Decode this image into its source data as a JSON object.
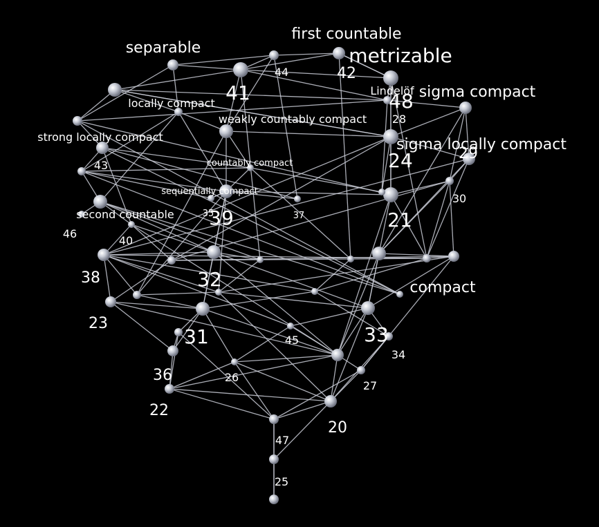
{
  "theme": {
    "background": "#000000",
    "edge_color": "#c9ccd6",
    "node_color": "#b8bcc8",
    "label_color": "#ffffff"
  },
  "nodes": [
    {
      "id": "separable"
    },
    {
      "id": "first-countable"
    },
    {
      "id": "metrizable"
    },
    {
      "id": "41"
    },
    {
      "id": "44"
    },
    {
      "id": "42"
    },
    {
      "id": "lindelof"
    },
    {
      "id": "48"
    },
    {
      "id": "sigma-compact"
    },
    {
      "id": "locally-compact"
    },
    {
      "id": "weakly-countably-compact"
    },
    {
      "id": "28"
    },
    {
      "id": "n-left-top"
    },
    {
      "id": "strong-locally-compact"
    },
    {
      "id": "43"
    },
    {
      "id": "sigma-locally-compact"
    },
    {
      "id": "24"
    },
    {
      "id": "29"
    },
    {
      "id": "countably-compact"
    },
    {
      "id": "n-left-mid"
    },
    {
      "id": "sequentially-compact"
    },
    {
      "id": "39"
    },
    {
      "id": "37"
    },
    {
      "id": "21"
    },
    {
      "id": "30"
    },
    {
      "id": "n-right-mid"
    },
    {
      "id": "second-countable"
    },
    {
      "id": "46"
    },
    {
      "id": "35"
    },
    {
      "id": "40"
    },
    {
      "id": "38"
    },
    {
      "id": "32"
    },
    {
      "id": "n-mid-a"
    },
    {
      "id": "n-mid-b"
    },
    {
      "id": "n-mid-c"
    },
    {
      "id": "n-right-a"
    },
    {
      "id": "n-right-b"
    },
    {
      "id": "compact"
    },
    {
      "id": "23"
    },
    {
      "id": "n-mid-d"
    },
    {
      "id": "n-mid-e"
    },
    {
      "id": "33"
    },
    {
      "id": "n-right-c"
    },
    {
      "id": "31"
    },
    {
      "id": "45"
    },
    {
      "id": "34"
    },
    {
      "id": "36"
    },
    {
      "id": "n-lower-a"
    },
    {
      "id": "26"
    },
    {
      "id": "n-lower-b"
    },
    {
      "id": "27"
    },
    {
      "id": "22"
    },
    {
      "id": "20"
    },
    {
      "id": "47"
    },
    {
      "id": "25"
    },
    {
      "id": "n-bottom"
    },
    {
      "id": "n-right-d"
    }
  ],
  "labels": [
    {
      "node": "separable",
      "text": "separable",
      "size": "medium"
    },
    {
      "node": "first-countable",
      "text": "first countable",
      "size": "medium"
    },
    {
      "node": "metrizable",
      "text": "metrizable",
      "size": "large"
    },
    {
      "node": "41",
      "text": "41",
      "size": "large"
    },
    {
      "node": "44",
      "text": "44",
      "size": "small"
    },
    {
      "node": "42",
      "text": "42",
      "size": "medium"
    },
    {
      "node": "lindelof",
      "text": "Lindelöf",
      "size": "small"
    },
    {
      "node": "48",
      "text": "48",
      "size": "large"
    },
    {
      "node": "sigma-compact",
      "text": "sigma compact",
      "size": "medium"
    },
    {
      "node": "locally-compact",
      "text": "locally compact",
      "size": "small"
    },
    {
      "node": "weakly-countably-compact",
      "text": "weakly countably compact",
      "size": "small"
    },
    {
      "node": "28",
      "text": "28",
      "size": "small"
    },
    {
      "node": "strong-locally-compact",
      "text": "strong locally compact",
      "size": "small"
    },
    {
      "node": "sigma-locally-compact",
      "text": "sigma locally compact",
      "size": "medium"
    },
    {
      "node": "43",
      "text": "43",
      "size": "small"
    },
    {
      "node": "24",
      "text": "24",
      "size": "large"
    },
    {
      "node": "29",
      "text": "29",
      "size": "medium"
    },
    {
      "node": "countably-compact",
      "text": "countably compact",
      "size": "tiny"
    },
    {
      "node": "sequentially-compact",
      "text": "sequentially compact",
      "size": "tiny"
    },
    {
      "node": "30",
      "text": "30",
      "size": "small"
    },
    {
      "node": "second-countable",
      "text": "second countable",
      "size": "small"
    },
    {
      "node": "35",
      "text": "35",
      "size": "tiny"
    },
    {
      "node": "39",
      "text": "39",
      "size": "large"
    },
    {
      "node": "37",
      "text": "37",
      "size": "tiny"
    },
    {
      "node": "21",
      "text": "21",
      "size": "large"
    },
    {
      "node": "46",
      "text": "46",
      "size": "small"
    },
    {
      "node": "40",
      "text": "40",
      "size": "small"
    },
    {
      "node": "38",
      "text": "38",
      "size": "medium"
    },
    {
      "node": "32",
      "text": "32",
      "size": "large"
    },
    {
      "node": "compact",
      "text": "compact",
      "size": "medium"
    },
    {
      "node": "23",
      "text": "23",
      "size": "medium"
    },
    {
      "node": "31",
      "text": "31",
      "size": "large"
    },
    {
      "node": "45",
      "text": "45",
      "size": "small"
    },
    {
      "node": "33",
      "text": "33",
      "size": "large"
    },
    {
      "node": "34",
      "text": "34",
      "size": "small"
    },
    {
      "node": "36",
      "text": "36",
      "size": "medium"
    },
    {
      "node": "26",
      "text": "26",
      "size": "small"
    },
    {
      "node": "27",
      "text": "27",
      "size": "small"
    },
    {
      "node": "22",
      "text": "22",
      "size": "medium"
    },
    {
      "node": "20",
      "text": "20",
      "size": "medium"
    },
    {
      "node": "47",
      "text": "47",
      "size": "small"
    },
    {
      "node": "25",
      "text": "25",
      "size": "small"
    }
  ],
  "edges": [
    [
      "separable",
      "41"
    ],
    [
      "separable",
      "44"
    ],
    [
      "separable",
      "strong-locally-compact"
    ],
    [
      "separable",
      "locally-compact"
    ],
    [
      "41",
      "44"
    ],
    [
      "41",
      "42"
    ],
    [
      "41",
      "metrizable"
    ],
    [
      "41",
      "n-left-top"
    ],
    [
      "41",
      "lindelof"
    ],
    [
      "41",
      "weakly-countably-compact"
    ],
    [
      "41",
      "n-mid-b"
    ],
    [
      "44",
      "42"
    ],
    [
      "44",
      "37"
    ],
    [
      "44",
      "weakly-countably-compact"
    ],
    [
      "42",
      "metrizable"
    ],
    [
      "42",
      "48"
    ],
    [
      "42",
      "n-mid-c"
    ],
    [
      "metrizable",
      "48"
    ],
    [
      "metrizable",
      "21"
    ],
    [
      "metrizable",
      "n-right-b"
    ],
    [
      "metrizable",
      "sigma-locally-compact"
    ],
    [
      "lindelof",
      "48"
    ],
    [
      "lindelof",
      "sigma-compact"
    ],
    [
      "lindelof",
      "n-right-mid"
    ],
    [
      "sigma-compact",
      "29"
    ],
    [
      "sigma-compact",
      "30"
    ],
    [
      "sigma-compact",
      "24"
    ],
    [
      "sigma-compact",
      "n-right-a"
    ],
    [
      "n-left-top",
      "locally-compact"
    ],
    [
      "n-left-top",
      "strong-locally-compact"
    ],
    [
      "n-left-top",
      "28"
    ],
    [
      "n-left-top",
      "24"
    ],
    [
      "n-left-top",
      "sigma-locally-compact"
    ],
    [
      "locally-compact",
      "weakly-countably-compact"
    ],
    [
      "locally-compact",
      "n-left-mid"
    ],
    [
      "locally-compact",
      "sequentially-compact"
    ],
    [
      "locally-compact",
      "second-countable"
    ],
    [
      "weakly-countably-compact",
      "countably-compact"
    ],
    [
      "weakly-countably-compact",
      "sequentially-compact"
    ],
    [
      "weakly-countably-compact",
      "24"
    ],
    [
      "weakly-countably-compact",
      "n-mid-d"
    ],
    [
      "n-right-d",
      "strong-locally-compact"
    ],
    [
      "n-right-d",
      "43"
    ],
    [
      "n-right-d",
      "second-countable"
    ],
    [
      "n-right-d",
      "n-left-mid"
    ],
    [
      "strong-locally-compact",
      "43"
    ],
    [
      "strong-locally-compact",
      "28"
    ],
    [
      "strong-locally-compact",
      "21"
    ],
    [
      "43",
      "n-left-mid"
    ],
    [
      "43",
      "countably-compact"
    ],
    [
      "43",
      "37"
    ],
    [
      "43",
      "40"
    ],
    [
      "24",
      "21"
    ],
    [
      "24",
      "29"
    ],
    [
      "24",
      "38"
    ],
    [
      "24",
      "n-right-mid"
    ],
    [
      "24",
      "n-mid-a"
    ],
    [
      "29",
      "30"
    ],
    [
      "29",
      "n-right-a"
    ],
    [
      "29",
      "n-right-b"
    ],
    [
      "29",
      "38"
    ],
    [
      "countably-compact",
      "n-left-mid"
    ],
    [
      "countably-compact",
      "39"
    ],
    [
      "countably-compact",
      "n-mid-c"
    ],
    [
      "countably-compact",
      "n-right-mid"
    ],
    [
      "n-left-mid",
      "sequentially-compact"
    ],
    [
      "n-left-mid",
      "35"
    ],
    [
      "n-left-mid",
      "second-countable"
    ],
    [
      "sequentially-compact",
      "39"
    ],
    [
      "sequentially-compact",
      "35"
    ],
    [
      "sequentially-compact",
      "n-mid-e"
    ],
    [
      "sequentially-compact",
      "21"
    ],
    [
      "39",
      "32"
    ],
    [
      "39",
      "35"
    ],
    [
      "39",
      "37"
    ],
    [
      "39",
      "n-mid-d"
    ],
    [
      "39",
      "31"
    ],
    [
      "21",
      "n-right-mid"
    ],
    [
      "21",
      "33"
    ],
    [
      "21",
      "n-right-b"
    ],
    [
      "21",
      "30"
    ],
    [
      "21",
      "n-lower-b"
    ],
    [
      "30",
      "n-right-a"
    ],
    [
      "30",
      "n-right-b"
    ],
    [
      "30",
      "compact"
    ],
    [
      "30",
      "n-mid-a"
    ],
    [
      "second-countable",
      "40"
    ],
    [
      "second-countable",
      "32"
    ],
    [
      "second-countable",
      "n-mid-b"
    ],
    [
      "second-countable",
      "46"
    ],
    [
      "40",
      "38"
    ],
    [
      "40",
      "32"
    ],
    [
      "40",
      "n-mid-a"
    ],
    [
      "40",
      "n-lower-b"
    ],
    [
      "38",
      "32"
    ],
    [
      "38",
      "23"
    ],
    [
      "38",
      "n-mid-d"
    ],
    [
      "38",
      "n-mid-e"
    ],
    [
      "38",
      "n-right-c"
    ],
    [
      "38",
      "45"
    ],
    [
      "38",
      "n-right-b"
    ],
    [
      "32",
      "31"
    ],
    [
      "32",
      "n-mid-b"
    ],
    [
      "32",
      "33"
    ],
    [
      "32",
      "n-lower-b"
    ],
    [
      "n-mid-a",
      "n-mid-b"
    ],
    [
      "n-mid-a",
      "23"
    ],
    [
      "n-mid-a",
      "compact"
    ],
    [
      "n-mid-b",
      "n-mid-c"
    ],
    [
      "n-mid-b",
      "n-mid-e"
    ],
    [
      "n-mid-c",
      "n-right-b"
    ],
    [
      "n-mid-c",
      "n-right-c"
    ],
    [
      "n-right-a",
      "33"
    ],
    [
      "n-right-a",
      "compact"
    ],
    [
      "n-right-a",
      "n-lower-b"
    ],
    [
      "n-right-b",
      "n-right-c"
    ],
    [
      "n-right-b",
      "compact"
    ],
    [
      "compact",
      "33"
    ],
    [
      "compact",
      "27"
    ],
    [
      "compact",
      "n-mid-e"
    ],
    [
      "23",
      "31"
    ],
    [
      "23",
      "36"
    ],
    [
      "23",
      "n-lower-b"
    ],
    [
      "n-mid-d",
      "31"
    ],
    [
      "n-mid-d",
      "n-mid-e"
    ],
    [
      "n-mid-e",
      "33"
    ],
    [
      "n-mid-e",
      "20"
    ],
    [
      "33",
      "34"
    ],
    [
      "33",
      "n-lower-b"
    ],
    [
      "33",
      "20"
    ],
    [
      "33",
      "45"
    ],
    [
      "n-right-c",
      "31"
    ],
    [
      "n-right-c",
      "34"
    ],
    [
      "31",
      "36"
    ],
    [
      "31",
      "n-lower-a"
    ],
    [
      "31",
      "n-lower-b"
    ],
    [
      "31",
      "26"
    ],
    [
      "45",
      "n-lower-b"
    ],
    [
      "45",
      "26"
    ],
    [
      "34",
      "27"
    ],
    [
      "34",
      "20"
    ],
    [
      "36",
      "22"
    ],
    [
      "36",
      "n-lower-a"
    ],
    [
      "n-lower-a",
      "22"
    ],
    [
      "n-lower-a",
      "47"
    ],
    [
      "26",
      "n-lower-b"
    ],
    [
      "26",
      "20"
    ],
    [
      "26",
      "47"
    ],
    [
      "26",
      "22"
    ],
    [
      "n-lower-b",
      "27"
    ],
    [
      "n-lower-b",
      "20"
    ],
    [
      "n-lower-b",
      "22"
    ],
    [
      "27",
      "20"
    ],
    [
      "27",
      "47"
    ],
    [
      "22",
      "47"
    ],
    [
      "22",
      "20"
    ],
    [
      "20",
      "47"
    ],
    [
      "20",
      "25"
    ],
    [
      "47",
      "25"
    ],
    [
      "47",
      "n-bottom"
    ],
    [
      "25",
      "n-bottom"
    ]
  ]
}
